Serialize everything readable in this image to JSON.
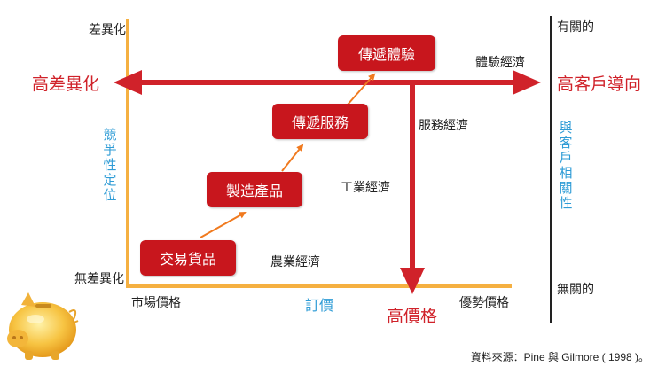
{
  "y_axis": {
    "top_label": "差異化",
    "bottom_label": "無差異化",
    "title": "競爭性定位"
  },
  "x_axis": {
    "left_label": "市場價格",
    "title": "訂價",
    "right_label": "優勢價格"
  },
  "right_axis": {
    "top_label": "有關的",
    "bottom_label": "無關的",
    "title": "與客戶相關性"
  },
  "arrows": {
    "left": "高差異化",
    "right": "高客戶導向",
    "down": "高價格"
  },
  "stages": [
    "交易貨品",
    "製造產品",
    "傳遞服務",
    "傳遞體驗"
  ],
  "economies": [
    "農業經濟",
    "工業經濟",
    "服務經濟",
    "體驗經濟"
  ],
  "source": "資料來源：Pine 與 Gilmore ( 1998 )。",
  "colors": {
    "accent_red": "#d0222a",
    "axis_orange": "#f5b041",
    "label_blue": "#2f9cd6"
  }
}
